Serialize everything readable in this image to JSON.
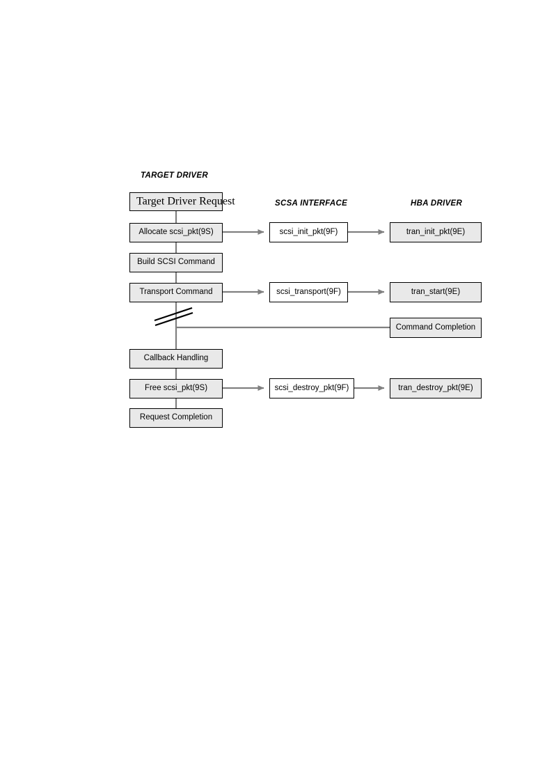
{
  "figure": {
    "kind": "flow-diagram",
    "title": "SCSA target driver / HBA driver request flow",
    "colors": {
      "box_fill_gray": "#e9e9e9",
      "box_fill_white": "#ffffff",
      "box_stroke": "#000000",
      "connector": "#808080",
      "break_mark": "#000000",
      "page_background": "#ffffff"
    }
  },
  "column_labels": [
    {
      "id": "target-driver",
      "text": "TARGET DRIVER"
    },
    {
      "id": "scsa-interface",
      "text": "SCSA INTERFACE"
    },
    {
      "id": "hba-driver",
      "text": "HBA DRIVER"
    }
  ],
  "nodes": {
    "target_driver_request": {
      "label": "Target Driver Request",
      "column": "TARGET DRIVER",
      "fill": "gray"
    },
    "allocate_scsi_pkt": {
      "label": "Allocate scsi_pkt(9S)",
      "column": "TARGET DRIVER",
      "fill": "gray"
    },
    "build_scsi_command": {
      "label": "Build SCSI Command",
      "column": "TARGET DRIVER",
      "fill": "gray"
    },
    "transport_command": {
      "label": "Transport Command",
      "column": "TARGET DRIVER",
      "fill": "gray"
    },
    "callback_handling": {
      "label": "Callback Handling",
      "column": "TARGET DRIVER",
      "fill": "gray"
    },
    "free_scsi_pkt": {
      "label": "Free scsi_pkt(9S)",
      "column": "TARGET DRIVER",
      "fill": "gray"
    },
    "request_completion": {
      "label": "Request Completion",
      "column": "TARGET DRIVER",
      "fill": "gray"
    },
    "scsi_init_pkt": {
      "label": "scsi_init_pkt(9F)",
      "column": "SCSA INTERFACE",
      "fill": "white"
    },
    "scsi_transport": {
      "label": "scsi_transport(9F)",
      "column": "SCSA INTERFACE",
      "fill": "white"
    },
    "scsi_destroy_pkt": {
      "label": "scsi_destroy_pkt(9F)",
      "column": "SCSA INTERFACE",
      "fill": "white"
    },
    "tran_init_pkt": {
      "label": "tran_init_pkt(9E)",
      "column": "HBA DRIVER",
      "fill": "gray"
    },
    "tran_start": {
      "label": "tran_start(9E)",
      "column": "HBA DRIVER",
      "fill": "gray"
    },
    "tran_destroy_pkt": {
      "label": "tran_destroy_pkt(9E)",
      "column": "HBA DRIVER",
      "fill": "gray"
    },
    "command_completion": {
      "label": "Command Completion",
      "column": "HBA DRIVER",
      "fill": "gray"
    }
  },
  "edges": [
    {
      "from": "target_driver_request",
      "to": "allocate_scsi_pkt",
      "style": "line",
      "direction": "vertical"
    },
    {
      "from": "allocate_scsi_pkt",
      "to": "build_scsi_command",
      "style": "line",
      "direction": "vertical"
    },
    {
      "from": "build_scsi_command",
      "to": "transport_command",
      "style": "line",
      "direction": "vertical"
    },
    {
      "from": "transport_command",
      "to": "callback_handling",
      "style": "line",
      "direction": "vertical",
      "interrupted_by": "break-mark"
    },
    {
      "from": "callback_handling",
      "to": "free_scsi_pkt",
      "style": "line",
      "direction": "vertical"
    },
    {
      "from": "free_scsi_pkt",
      "to": "request_completion",
      "style": "line",
      "direction": "vertical"
    },
    {
      "from": "allocate_scsi_pkt",
      "to": "scsi_init_pkt",
      "style": "arrow",
      "direction": "horizontal"
    },
    {
      "from": "scsi_init_pkt",
      "to": "tran_init_pkt",
      "style": "arrow",
      "direction": "horizontal"
    },
    {
      "from": "transport_command",
      "to": "scsi_transport",
      "style": "arrow",
      "direction": "horizontal"
    },
    {
      "from": "scsi_transport",
      "to": "tran_start",
      "style": "arrow",
      "direction": "horizontal"
    },
    {
      "from": "free_scsi_pkt",
      "to": "scsi_destroy_pkt",
      "style": "arrow",
      "direction": "horizontal"
    },
    {
      "from": "scsi_destroy_pkt",
      "to": "tran_destroy_pkt",
      "style": "arrow",
      "direction": "horizontal"
    },
    {
      "from": "command_completion",
      "to": "target_driver_spine",
      "style": "line",
      "direction": "horizontal"
    }
  ],
  "annotations": [
    {
      "id": "break-mark",
      "kind": "time-break",
      "description": "double diagonal break across the target driver spine"
    }
  ]
}
